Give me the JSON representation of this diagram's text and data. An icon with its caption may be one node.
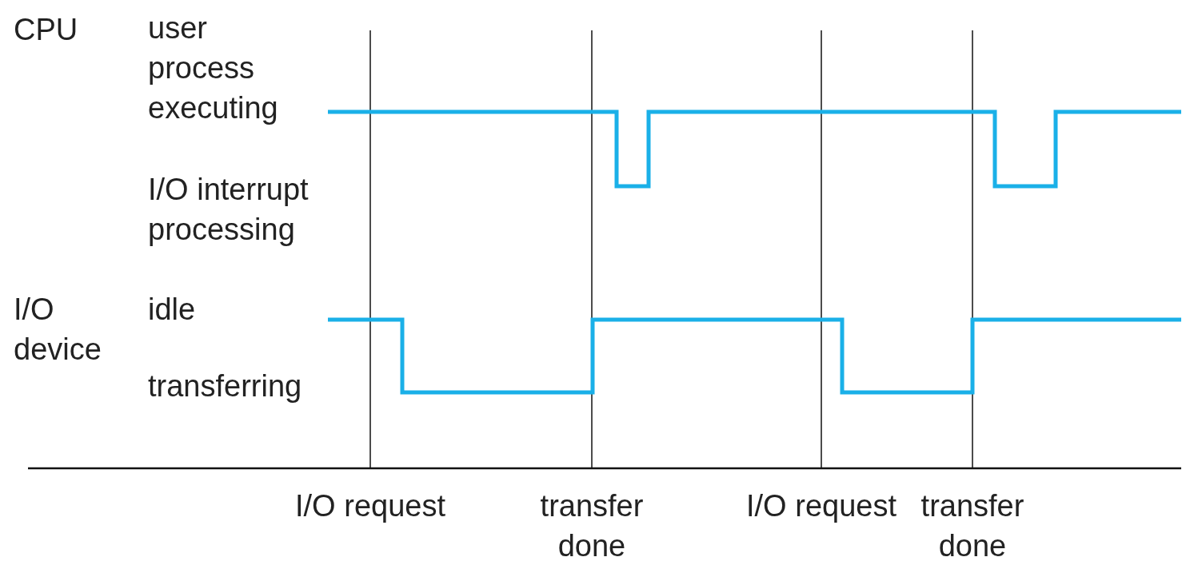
{
  "diagram": {
    "labels": [
      "CPU",
      "user process executing",
      "I/O interrupt processing",
      "I/O device",
      "idle",
      "transferring",
      "I/O request",
      "transfer done",
      "I/O request",
      "transfer done"
    ]
  }
}
